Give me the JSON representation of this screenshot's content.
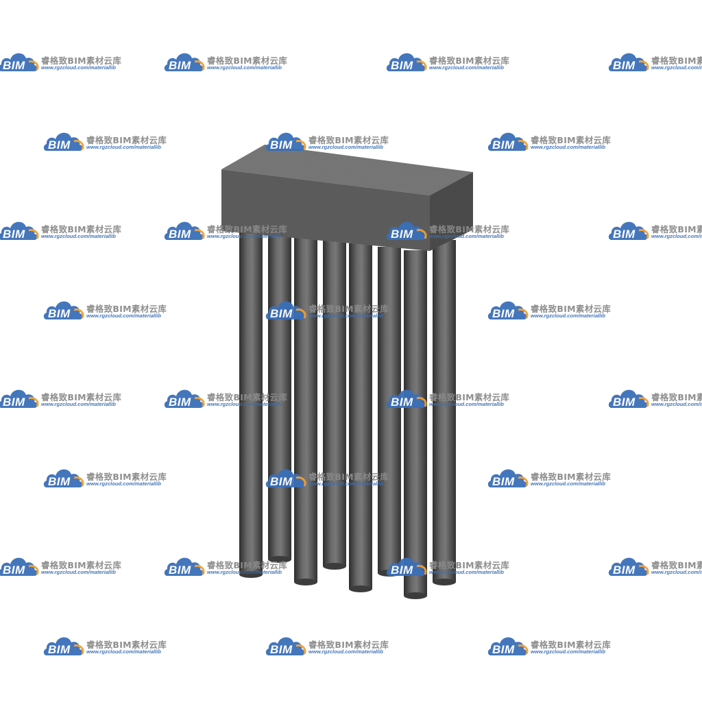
{
  "scene": {
    "subject": "pile-cap-with-piles",
    "pile_count": 8
  },
  "watermark": {
    "cn_text": "睿格致BIM素材云库",
    "url_text": "www.rgzcloud.com/materiallib",
    "logo_text": "BIM",
    "colors": {
      "cloud": "#3a6fb8",
      "accent": "#f0a030",
      "text": "#8a8a8a",
      "url": "#3a6fb8"
    }
  },
  "colors": {
    "background": "#ffffff",
    "cap_front": "#5e5e5e",
    "cap_top": "#7a7a7a",
    "cap_side": "#4e4e4e",
    "pile_dark": "#3a3a3a",
    "pile_light": "#7d7d7d"
  }
}
